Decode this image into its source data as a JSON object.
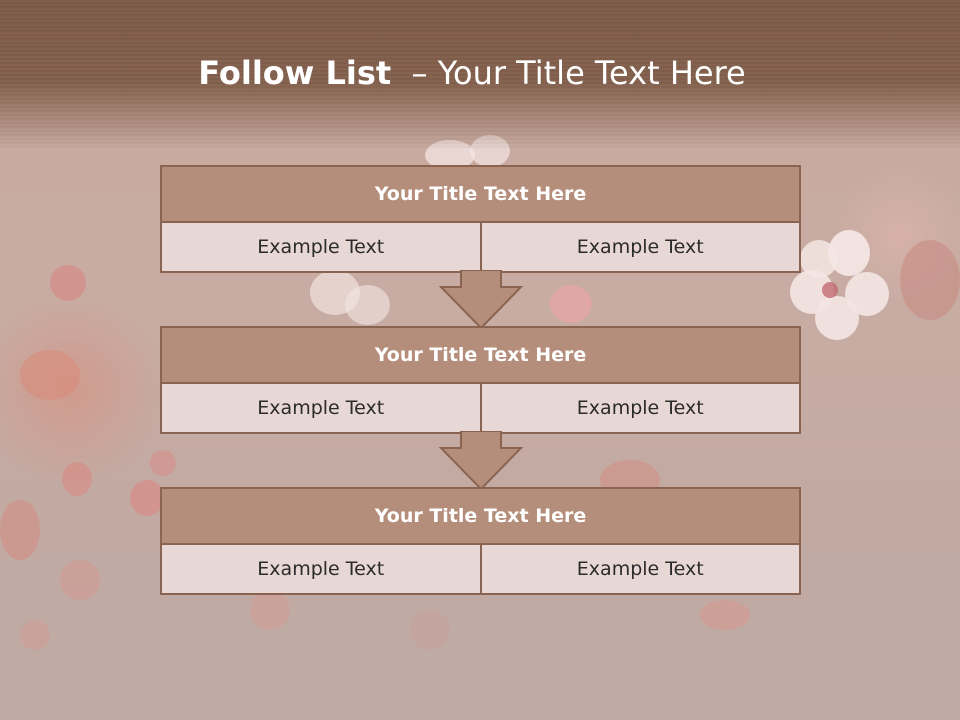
{
  "slide": {
    "title_bold": "Follow List",
    "title_rest": "  – Your Title Text Here"
  },
  "steps": [
    {
      "title": "Your Title Text Here",
      "left": "Example Text",
      "right": "Example Text"
    },
    {
      "title": "Your Title Text Here",
      "left": "Example Text",
      "right": "Example Text"
    },
    {
      "title": "Your Title Text Here",
      "left": "Example Text",
      "right": "Example Text"
    }
  ],
  "colors": {
    "header": "#7d5a48",
    "box_title": "#b58e7b",
    "box_cell": "#e8d8d5",
    "border": "#8a6450"
  }
}
